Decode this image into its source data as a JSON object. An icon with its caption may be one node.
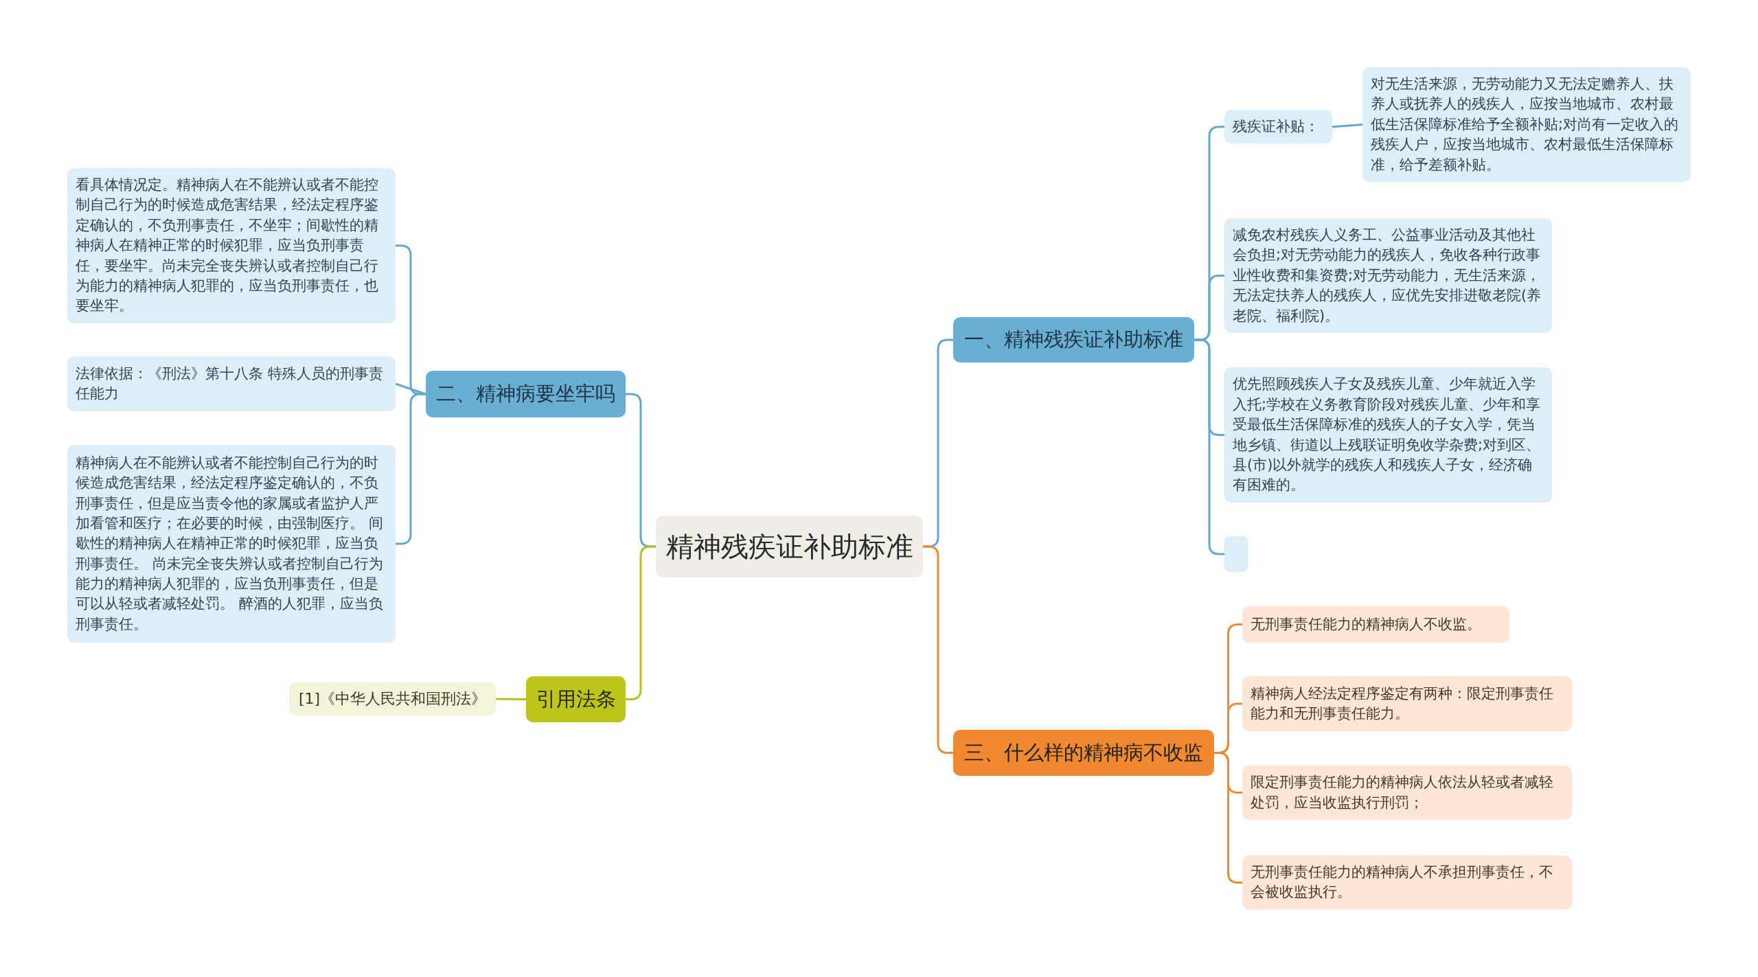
{
  "diagram": {
    "nodes": [
      {
        "text": [
          "精神残疾证补助标准"
        ]
      },
      {
        "text": [
          "一、精神残疾证补助标准"
        ]
      },
      {
        "text": [
          "残疾证补贴："
        ]
      },
      {
        "text": [
          "对无生活来源，无劳动能力又无法定赡养人、扶养人或抚养人的残疾人，应按当地城市、农村最低生活保障标准给予全额补贴;对尚有一定收入的残疾人户，应按当地城市、农村最低生活保障标准，给予差额补贴。"
        ]
      },
      {
        "text": [
          "减免农村残疾人义务工、公益事业活动及其他社会负担;对无劳动能力的残疾人，免收各种行政事业性收费和集资费;对无劳动能力，无生活来源，无法定扶养人的残疾人，应优先安排进敬老院(养老院、福利院)。"
        ]
      },
      {
        "text": [
          "优先照顾残疾人子女及残疾儿童、少年就近入学入托;学校在义务教育阶段对残疾儿童、少年和享受最低生活保障标准的残疾人的子女入学，凭当地乡镇、街道以上残联证明免收学杂费;对到区、县(市)以外就学的残疾人和残疾人子女，经济确有困难的。"
        ]
      },
      {
        "text": [],
        "shape": "box"
      },
      {
        "text": [
          "三、什么样的精神病不收监"
        ]
      },
      {
        "text": [
          "无刑事责任能力的精神病人不收监。"
        ]
      },
      {
        "text": [
          "精神病人经法定程序鉴定有两种：限定刑事责任能力和无刑事责任能力。"
        ]
      },
      {
        "text": [
          "限定刑事责任能力的精神病人依法从轻或者减轻处罚，应当收监执行刑罚；"
        ]
      },
      {
        "text": [
          "无刑事责任能力的精神病人不承担刑事责任，不会被收监执行。"
        ]
      },
      {
        "text": [
          "二、精神病要坐牢吗"
        ]
      },
      {
        "text": [
          "看具体情况定。精神病人在不能辨认或者不能控制自己行为的时候造成危害结果，经法定程序鉴定确认的，不负刑事责任，不坐牢；间歇性的精神病人在精神正常的时候犯罪，应当负刑事责任，要坐牢。尚未完全丧失辨认或者控制自己行为能力的精神病人犯罪的，应当负刑事责任，也要坐牢。"
        ]
      },
      {
        "text": [
          "法律依据：《刑法》第十八条 特殊人员的刑事责任能力"
        ]
      },
      {
        "text": [
          "精神病人在不能辨认或者不能控制自己行为的时候造成危害结果，经法定程序鉴定确认的，不负刑事责任，但是应当责令他的家属或者监护人严加看管和医疗；在必要的时候，由强制医疗。 间歇性的精神病人在精神正常的时候犯罪，应当负刑事责任。 尚未完全丧失辨认或者控制自己行为能力的精神病人犯罪的，应当负刑事责任，但是可以从轻或者减轻处罚。 醉酒的人犯罪，应当负刑事责任。"
        ]
      },
      {
        "text": [
          "引用法条"
        ]
      },
      {
        "text": [
          "[1]《中华人民共和国刑法》"
        ]
      }
    ],
    "edges": [
      {
        "from": 0,
        "to": 1,
        "arrow": "none"
      },
      {
        "from": 1,
        "to": 2,
        "arrow": "none"
      },
      {
        "from": 2,
        "to": 3,
        "arrow": "none"
      },
      {
        "from": 1,
        "to": 4,
        "arrow": "none"
      },
      {
        "from": 1,
        "to": 5,
        "arrow": "none"
      },
      {
        "from": 1,
        "to": 6,
        "arrow": "none"
      },
      {
        "from": 0,
        "to": 7,
        "arrow": "none",
        "color": "#ee8a35"
      },
      {
        "from": 7,
        "to": 8,
        "arrow": "none",
        "color": "#ee8a35"
      },
      {
        "from": 7,
        "to": 9,
        "arrow": "none",
        "color": "#ee8a35"
      },
      {
        "from": 7,
        "to": 10,
        "arrow": "none",
        "color": "#ee8a35"
      },
      {
        "from": 7,
        "to": 11,
        "arrow": "none",
        "color": "#ee8a35"
      },
      {
        "from": 0,
        "to": 12,
        "arrow": "none"
      },
      {
        "from": 12,
        "to": 13,
        "arrow": "none"
      },
      {
        "from": 12,
        "to": 14,
        "arrow": "none"
      },
      {
        "from": 12,
        "to": 15,
        "arrow": "none"
      },
      {
        "from": 0,
        "to": 16,
        "arrow": "none",
        "color": "#b7c11e"
      },
      {
        "from": 16,
        "to": 17,
        "arrow": "none",
        "color": "#b7c11e"
      }
    ]
  }
}
